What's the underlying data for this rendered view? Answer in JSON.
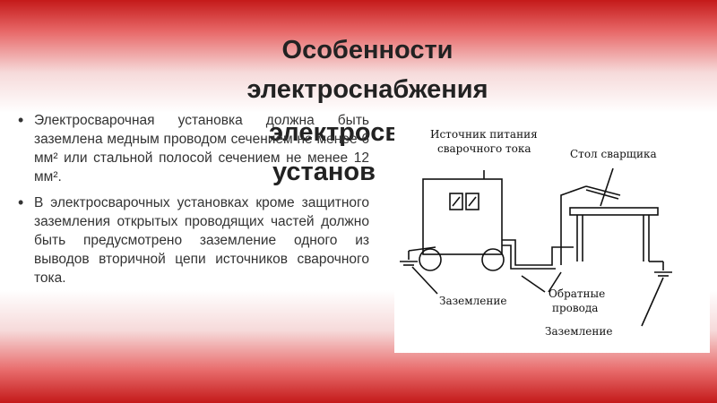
{
  "slide": {
    "title_line1": "Особенности",
    "title_line2": "электроснабжения",
    "title_overflow_line1": "электросвар",
    "title_overflow_line2": "установ",
    "bullets": [
      "Электросварочная установка должна быть заземлена медным проводом сечением не менее 6 мм² или стальной полосой сечением не менее 12 мм².",
      "В электросварочных установках кроме защитного заземления открытых проводящих частей должно быть предусмотрено заземление одного из выводов вторичной цепи источников сварочного тока."
    ]
  },
  "diagram": {
    "label_source_line1": "Источник питания",
    "label_source_line2": "сварочного тока",
    "label_table": "Стол сварщика",
    "label_ground_left": "Заземление",
    "label_return_line1": "Обратные",
    "label_return_line2": "провода",
    "label_ground_right": "Заземление"
  }
}
